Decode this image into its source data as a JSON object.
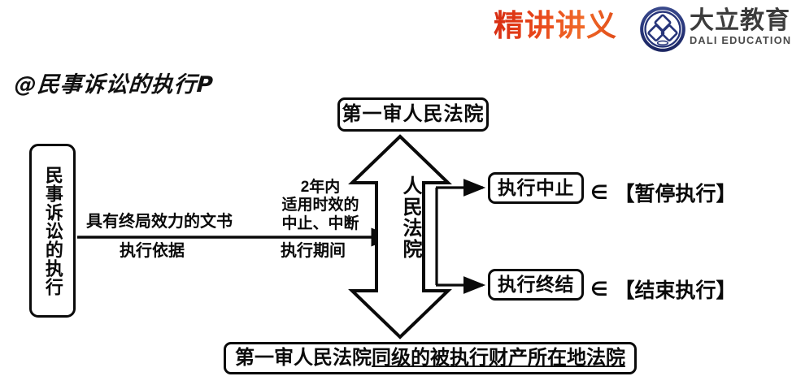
{
  "header": {
    "lecture_badge": "精讲讲义",
    "brand_cn": "大立教育",
    "brand_en": "DALI EDUCATION",
    "logo_icon": "dali-circular-trefoil-logo",
    "badge_color": "#e8380d",
    "brand_color": "#3c3c3c"
  },
  "page_title": "@民事诉讼的执行P",
  "diagram": {
    "type": "flowchart",
    "source_node": {
      "label": "民事诉讼的执行",
      "orientation": "vertical"
    },
    "main_arrow": {
      "label_above_left": "具有终局效力的文书",
      "label_below_left": "执行依据",
      "label_above_right": "2年内\n适用时效的\n中止、中断",
      "label_above_right_lines": [
        "2年内",
        "适用时效的",
        "中止、中断"
      ],
      "label_below_right": "执行期间"
    },
    "center_node": {
      "label": "人民法院",
      "shape": "double-headed-vertical-arrow"
    },
    "top_node": {
      "label": "第一审人民法院"
    },
    "bottom_node": {
      "label_full": "第一审人民法院同级的被执行财产所在地法院",
      "segment_plain": "第一审人民法院",
      "segment_underlined_1": "同级的",
      "segment_underlined_2": "被执行财产所在地法院"
    },
    "outcomes": [
      {
        "box": "执行中止",
        "relation": "∈",
        "meaning": "【暂停执行】"
      },
      {
        "box": "执行终结",
        "relation": "∈",
        "meaning": "【结束执行】"
      }
    ],
    "line_color": "#0a0a0a",
    "background": "#ffffff"
  }
}
